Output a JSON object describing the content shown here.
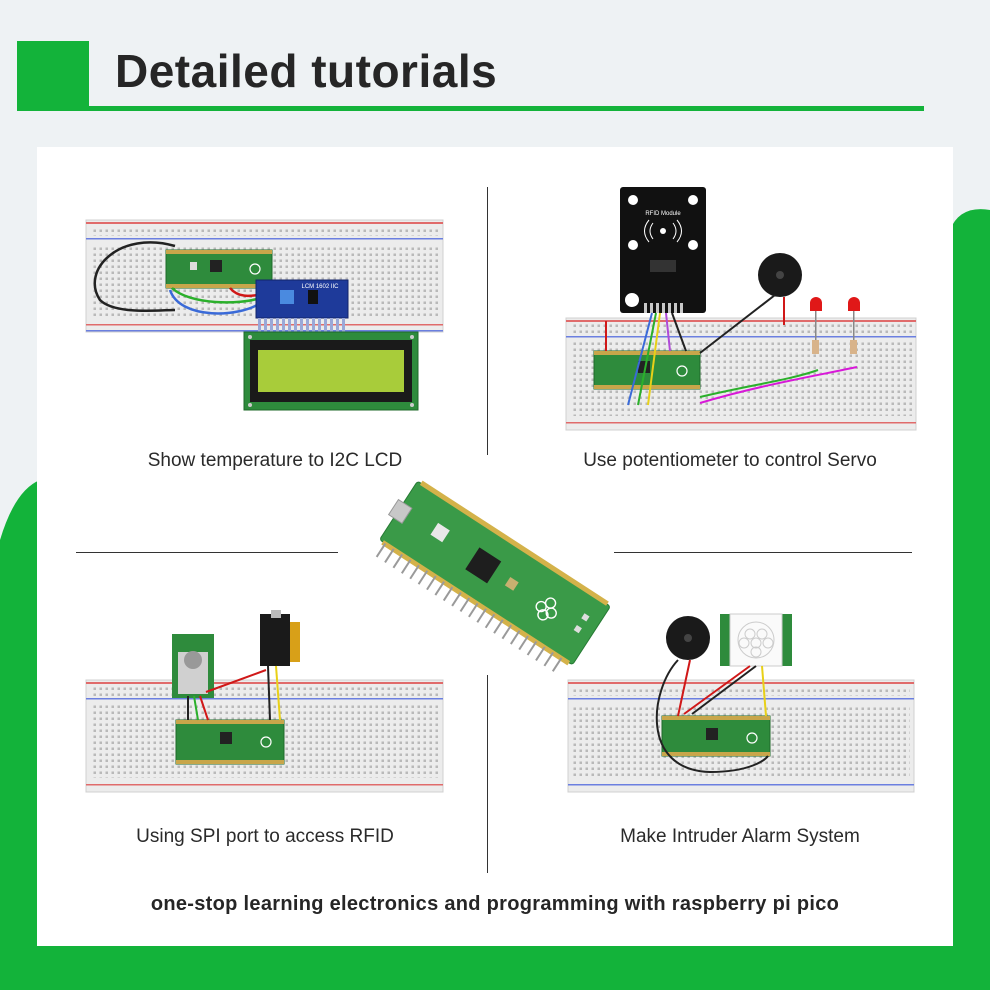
{
  "title": "Detailed tutorials",
  "tutorials": [
    {
      "caption": "Show temperature to I2C LCD"
    },
    {
      "caption": "Use potentiometer to control Servo"
    },
    {
      "caption": "Using SPI port to access RFID"
    },
    {
      "caption": "Make Intruder Alarm System"
    }
  ],
  "rfid_label": "RFID Module",
  "lcd_label": "LCM 1602 IIC",
  "footer": "one-stop learning electronics and programming with raspberry pi pico",
  "colors": {
    "brand_green": "#13b33a",
    "pcb_green": "#2e8b3c",
    "lcd_screen": "#a8cc3a",
    "text": "#262626"
  }
}
